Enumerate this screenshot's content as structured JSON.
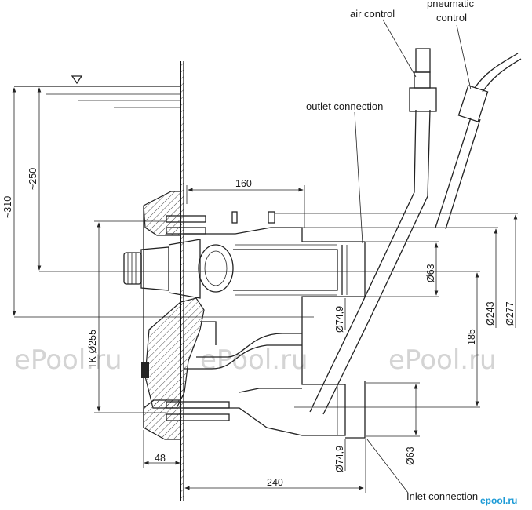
{
  "labels": {
    "air_control": "air control",
    "pneumatic_control_1": "pneumatic",
    "pneumatic_control_2": "control",
    "outlet_connection": "outlet connection",
    "inlet_connection": "Inlet connection"
  },
  "dimensions": {
    "d160": "160",
    "d310": "~310",
    "d250": "~250",
    "tk255": "TK Ø255",
    "d63_top": "Ø63",
    "d74_top": "Ø74,9",
    "d243": "Ø243",
    "d277": "Ø277",
    "d185": "185",
    "d74_bottom": "Ø74,9",
    "d63_bottom": "Ø63",
    "d48": "48",
    "d240": "240"
  },
  "watermarks": [
    "ePool.ru",
    "ePool.ru",
    "ePool.ru"
  ],
  "logo": "epool.ru",
  "colors": {
    "line": "#222222",
    "watermark": "#d4d4d4",
    "logo": "#1b9ad6"
  }
}
